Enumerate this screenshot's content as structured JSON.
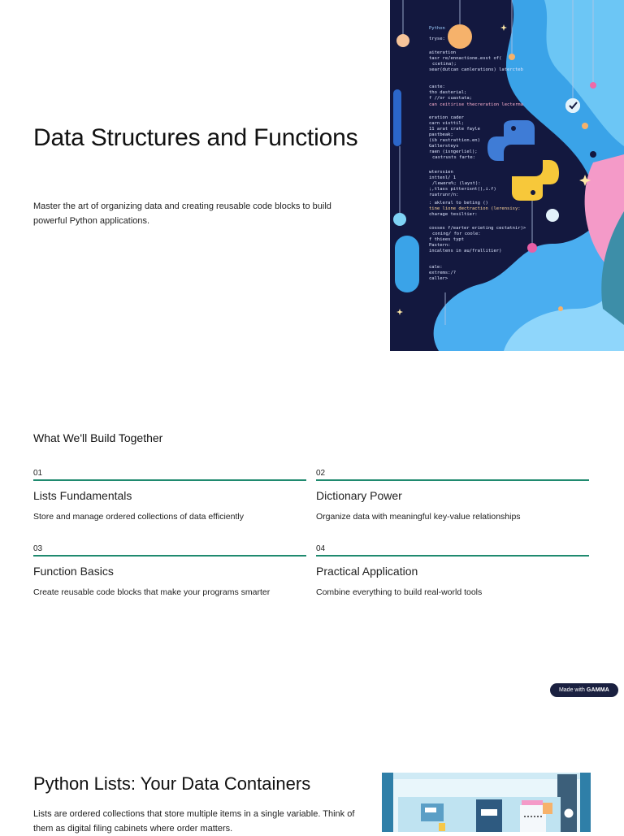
{
  "hero": {
    "title": "Data Structures and Functions",
    "description": "Master the art of organizing data and creating reusable code blocks to build powerful Python applications."
  },
  "build_section": {
    "title": "What We'll Build Together",
    "cards": [
      {
        "number": "01",
        "title": "Lists Fundamentals",
        "description": "Store and manage ordered collections of data efficiently"
      },
      {
        "number": "02",
        "title": "Dictionary Power",
        "description": "Organize data with meaningful key-value relationships"
      },
      {
        "number": "03",
        "title": "Function Basics",
        "description": "Create reusable code blocks that make your programs smarter"
      },
      {
        "number": "04",
        "title": "Practical Application",
        "description": "Combine everything to build real-world tools"
      }
    ]
  },
  "badge": {
    "prefix": "Made with",
    "brand": "GAMMA"
  },
  "lists_section": {
    "title": "Python Lists: Your Data Containers",
    "description": "Lists are ordered collections that store multiple items in a single variable. Think of them as digital filing cabinets where order matters."
  },
  "colors": {
    "accent": "#1f8a6f",
    "art_background": "#13183f",
    "badge_background": "#1a2040"
  },
  "icons": [
    "python-logo-icon",
    "checkmark-icon",
    "sparkle-icon"
  ]
}
